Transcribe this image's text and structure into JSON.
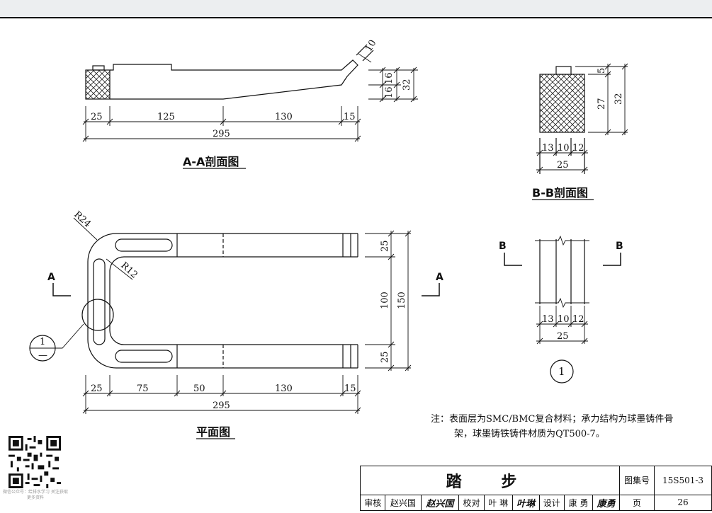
{
  "views": {
    "aa_title": "A-A剖面图",
    "bb_title": "B-B剖面图",
    "plan_title": "平面图",
    "section_a_mark": "A",
    "section_b_mark": "B",
    "detail_mark": "1",
    "detail_mark_sub": "—"
  },
  "aa_dims": {
    "seg1": "25",
    "seg2": "125",
    "seg3": "130",
    "seg4": "15",
    "total": "295",
    "h1": "16",
    "h2": "16",
    "htotal": "32",
    "tip": "10"
  },
  "bb_dims": {
    "w1": "13",
    "w2": "10",
    "w3": "12",
    "wtotal": "25",
    "h1": "5",
    "h2": "27",
    "htotal": "32"
  },
  "plan_dims": {
    "r_outer": "R24",
    "r_inner": "R12",
    "seg1": "25",
    "seg2": "75",
    "seg3": "50",
    "seg4": "130",
    "seg5": "15",
    "total": "295",
    "v1": "25",
    "v2": "100",
    "v3": "25",
    "vtotal": "150"
  },
  "detail_dims": {
    "w1": "13",
    "w2": "10",
    "w3": "12",
    "wtotal": "25"
  },
  "note": {
    "line1": "注：表面层为SMC/BMC复合材料；承力结构为球墨铸件骨",
    "line2": "架，球墨铸铁铸件材质为QT500-7。"
  },
  "title_block": {
    "name": "踏 步",
    "atlas_label": "图集号",
    "atlas_no": "15S501-3",
    "review_label": "审核",
    "reviewer": "赵兴国",
    "reviewer_sig": "赵兴国",
    "check_label": "校对",
    "checker": "叶 琳",
    "checker_sig": "叶琳",
    "design_label": "设计",
    "designer": "康 勇",
    "designer_sig": "康勇",
    "page_label": "页",
    "page_no": "26"
  },
  "qr_caption": "微信公众号：给排水学习 关注获取更多资料"
}
